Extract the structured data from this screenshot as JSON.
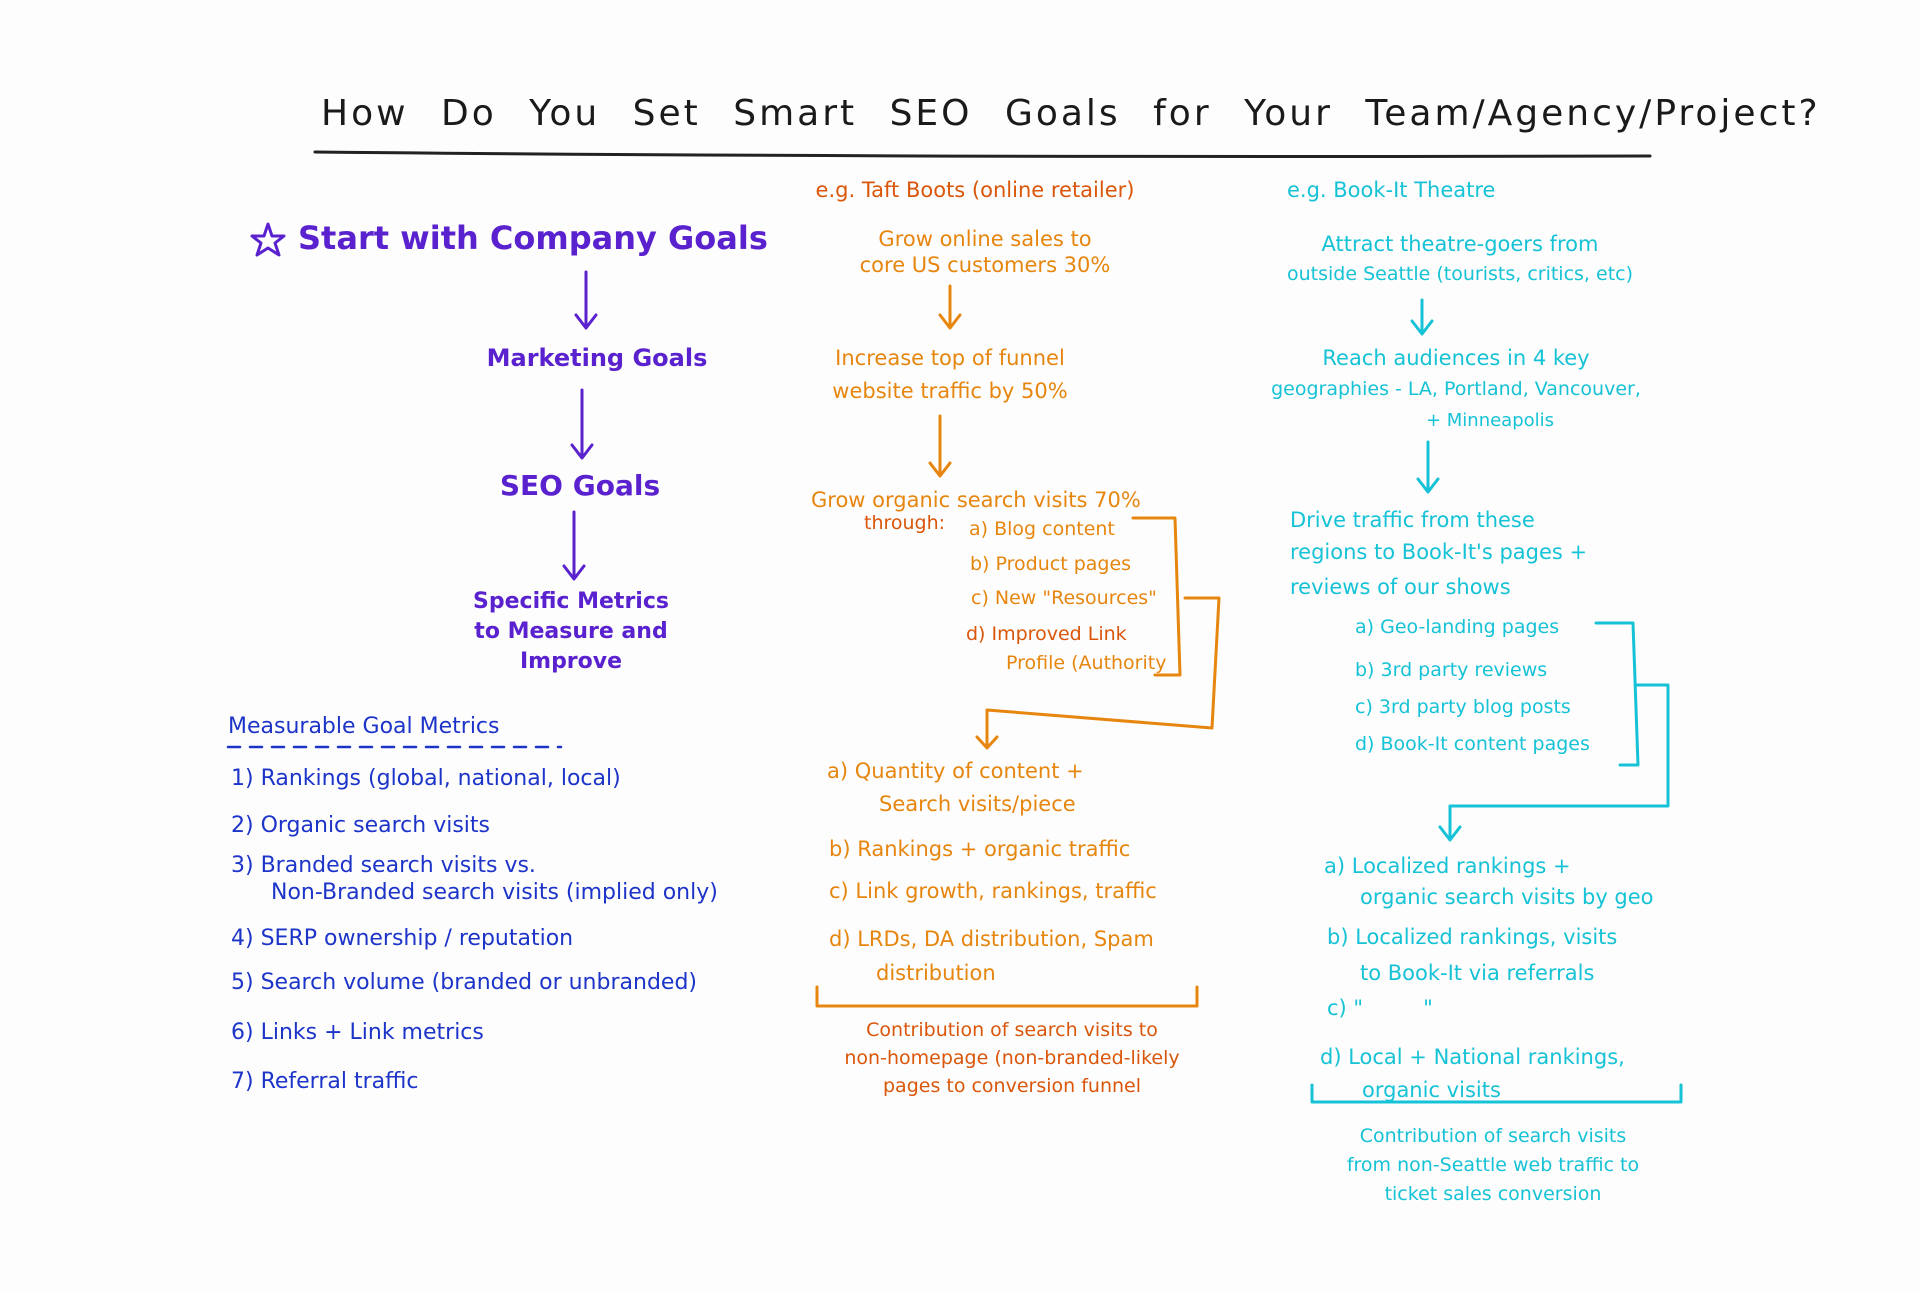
{
  "title": "How Do You Set Smart SEO Goals for Your Team/Agency/Project?",
  "colors": {
    "title": "#1a1a1a",
    "company_column": "#5a22cf",
    "metrics_list": "#1d34c9",
    "taft_boots": "#e6860f",
    "book_it": "#16c2d6"
  },
  "company": {
    "start": "Start with Company Goals",
    "marketing": "Marketing Goals",
    "seo": "SEO Goals",
    "specific": [
      "Specific Metrics",
      "to Measure and",
      "Improve"
    ]
  },
  "metrics": {
    "heading": "Measurable Goal Metrics",
    "items": [
      "1) Rankings (global, national, local)",
      "2) Organic search visits",
      "3) Branded search visits vs.",
      "Non-Branded search visits (implied only)",
      "4) SERP ownership / reputation",
      "5) Search volume (branded or unbranded)",
      "6) Links + Link metrics",
      "7) Referral traffic"
    ]
  },
  "taft": {
    "example": "e.g. Taft Boots (online retailer)",
    "goal1": [
      "Grow online sales to",
      "core US customers 30%"
    ],
    "goal2": [
      "Increase top of funnel",
      "website traffic by 50%"
    ],
    "goal3": "Grow organic search visits 70%",
    "through": "through:",
    "tactics": [
      "a) Blog content",
      "b) Product pages",
      "c) New \"Resources\"",
      "d) Improved Link",
      "Profile (Authority"
    ],
    "metrics": [
      "a) Quantity of content +",
      "Search visits/piece",
      "b) Rankings + organic traffic",
      "c) Link growth, rankings, traffic",
      "d) LRDs, DA distribution, Spam",
      "distribution"
    ],
    "summary": [
      "Contribution of search visits to",
      "non-homepage (non-branded-likely",
      "pages to conversion funnel"
    ]
  },
  "bookit": {
    "example": "e.g. Book-It Theatre",
    "goal1": [
      "Attract theatre-goers from",
      "outside Seattle (tourists, critics, etc)"
    ],
    "goal2": [
      "Reach audiences in 4 key",
      "geographies - LA, Portland, Vancouver,",
      "+ Minneapolis"
    ],
    "goal3": [
      "Drive traffic from these",
      "regions to Book-It's pages +",
      "reviews of our shows"
    ],
    "tactics": [
      "a) Geo-landing pages",
      "b) 3rd party reviews",
      "c) 3rd party blog posts",
      "d) Book-It content pages"
    ],
    "metrics": [
      "a) Localized rankings +",
      "organic search visits by geo",
      "b) Localized rankings, visits",
      "to Book-It via referrals",
      "c) \"         \"",
      "d) Local + National rankings,",
      "organic visits"
    ],
    "summary": [
      "Contribution of search visits",
      "from non-Seattle web traffic to",
      "ticket sales conversion"
    ]
  }
}
